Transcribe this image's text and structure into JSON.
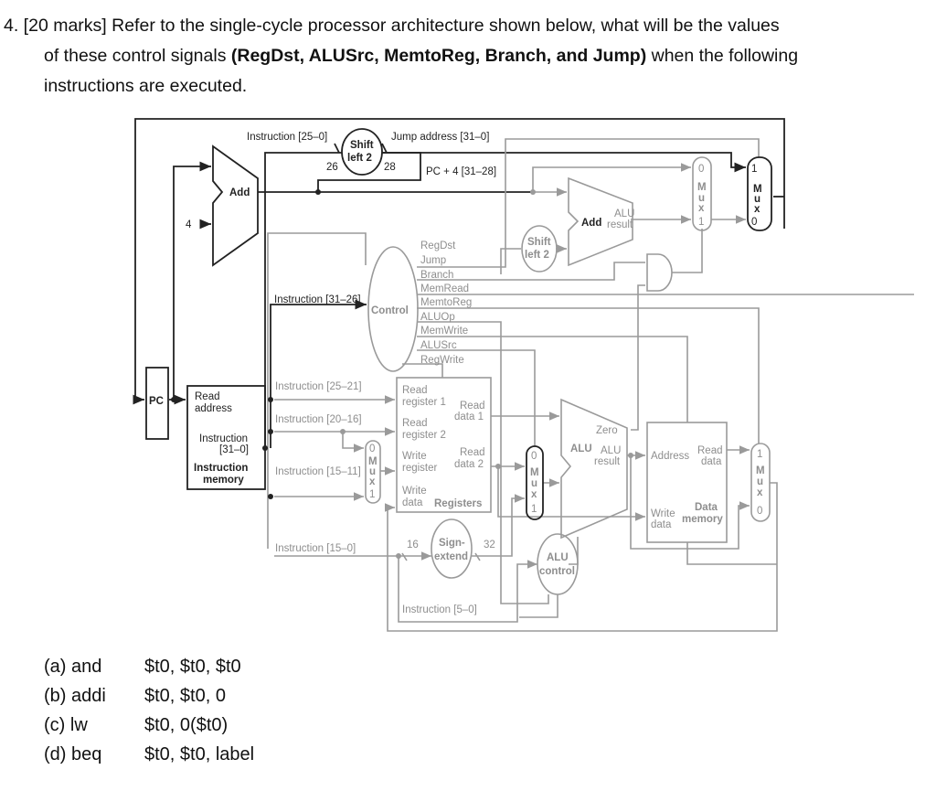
{
  "question": {
    "line1": "4.  [20 marks]  Refer to the single-cycle processor architecture shown below, what will be the values",
    "line2_pre": "of these control signals ",
    "line2_bold": "(RegDst, ALUSrc, MemtoReg, Branch, and Jump)",
    "line2_post": " when the following",
    "line3": "instructions are executed."
  },
  "diagram": {
    "instr_25_0": "Instruction [25–0]",
    "shift_left": "Shift",
    "shift_left2": "left 2",
    "jump_address": "Jump address [31–0]",
    "n26": "26",
    "n28": "28",
    "pc4": "PC + 4 [31–28]",
    "add": "Add",
    "four": "4",
    "alu_result1": "ALU",
    "alu_result2": "result",
    "mux_m": "M",
    "mux_u": "u",
    "mux_x": "x",
    "zero_in": "0",
    "one_in": "1",
    "control": "Control",
    "instr_31_26": "Instruction [31–26]",
    "signals": [
      "RegDst",
      "Jump",
      "Branch",
      "MemRead",
      "MemtoReg",
      "ALUOp",
      "MemWrite",
      "ALUSrc",
      "RegWrite"
    ],
    "pc": "PC",
    "read_address1": "Read",
    "read_address2": "address",
    "instruction1": "Instruction",
    "instruction2": "[31–0]",
    "imem1": "Instruction",
    "imem2": "memory",
    "instr_25_21": "Instruction [25–21]",
    "instr_20_16": "Instruction [20–16]",
    "instr_15_11": "Instruction [15–11]",
    "instr_15_0": "Instruction [15–0]",
    "instr_5_0": "Instruction [5–0]",
    "read_reg1a": "Read",
    "read_reg1b": "register 1",
    "read_reg2a": "Read",
    "read_reg2b": "register 2",
    "write_reg1": "Write",
    "write_reg2": "register",
    "write_data1": "Write",
    "write_data2": "data",
    "registers": "Registers",
    "read_data1a": "Read",
    "read_data1b": "data 1",
    "read_data2a": "Read",
    "read_data2b": "data 2",
    "n16": "16",
    "n32": "32",
    "sign1": "Sign-",
    "sign2": "extend",
    "alu": "ALU",
    "zero": "Zero",
    "alu_control1": "ALU",
    "alu_control2": "control",
    "address": "Address",
    "dm_read1": "Read",
    "dm_read2": "data",
    "dm_write1": "Write",
    "dm_write2": "data",
    "dm1": "Data",
    "dm2": "memory"
  },
  "parts": [
    {
      "label": "(a) and",
      "instruction": "$t0, $t0, $t0"
    },
    {
      "label": "(b) addi",
      "instruction": "$t0, $t0, 0"
    },
    {
      "label": "(c) lw",
      "instruction": "$t0, 0($t0)"
    },
    {
      "label": "(d) beq",
      "instruction": "$t0, $t0, label"
    }
  ]
}
